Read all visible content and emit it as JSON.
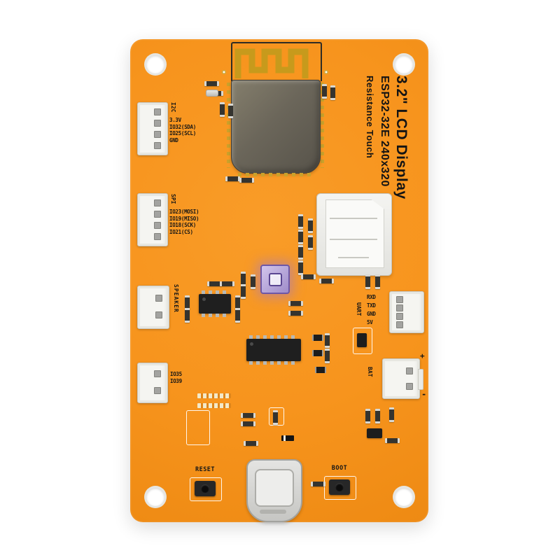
{
  "product": {
    "title": "3.2\" LCD Display",
    "subtitle": "ESP32-32E  240x320",
    "feature": "Resistance Touch"
  },
  "connectors": {
    "i2c": {
      "label": "I2C",
      "pins": [
        "3.3V",
        "IO32(SDA)",
        "IO25(SCL)",
        "GND"
      ]
    },
    "spi": {
      "label": "SPI",
      "pins": [
        "IO23(MOSI)",
        "IO19(MISO)",
        "IO18(SCK)",
        "IO21(CS)"
      ]
    },
    "speaker": {
      "label": "SPEAKER"
    },
    "gpio": {
      "pins": [
        "IO35",
        "IO39"
      ]
    },
    "uart": {
      "label": "UART",
      "pins": [
        "RXD",
        "TXD",
        "GND",
        "5V"
      ]
    },
    "bat": {
      "label": "BAT",
      "plus": "+",
      "minus": "-"
    }
  },
  "buttons": {
    "reset": "RESET",
    "boot": "BOOT"
  },
  "colors": {
    "pcb": "#F7941D",
    "silkscreen": "#161616",
    "antenna_gold": "#C79A1C",
    "module_shield": "#6E695C",
    "rgb_led_glow": "#9A76DC"
  }
}
